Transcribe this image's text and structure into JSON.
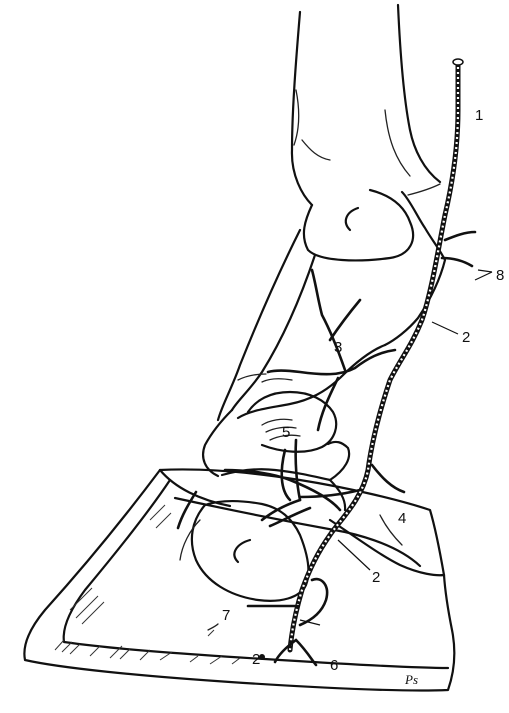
{
  "labels": {
    "l1": "1",
    "l2a": "2",
    "l2b": "2",
    "l2c": "2",
    "l3": "3",
    "l4": "4",
    "l5": "5",
    "l6": "6",
    "l7": "7",
    "l8": "8"
  },
  "signature": "Ps"
}
